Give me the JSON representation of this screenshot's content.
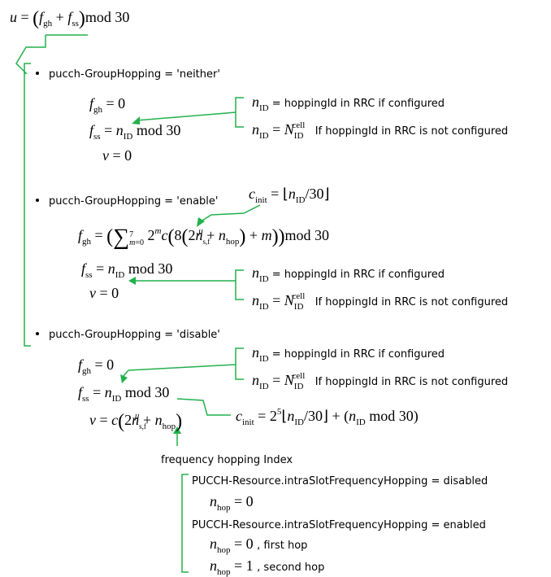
{
  "top_formula": {
    "u": "u",
    "f_gh": "f",
    "f_gh_sub": "gh",
    "f_ss": "f",
    "f_ss_sub": "ss",
    "mod": "mod 30"
  },
  "sections": [
    {
      "label": "pucch-GroupHopping = 'neither'"
    },
    {
      "label": "pucch-GroupHopping = 'enable'"
    },
    {
      "label": "pucch-GroupHopping = 'disable'"
    }
  ],
  "notes": {
    "configured": "= hoppingId in RRC if configured",
    "not_configured": "If hoppingId in RRC is not configured"
  },
  "freq_hop_label": "frequency hopping Index",
  "intraslot": {
    "disabled": "PUCCH-Resource.intraSlotFrequencyHopping = disabled",
    "enabled": "PUCCH-Resource.intraSlotFrequencyHopping = enabled",
    "first_hop": ", first hop",
    "second_hop": ", second hop",
    "zero": "0",
    "one": "1"
  },
  "colors": {
    "connector": "#22b14c",
    "text": "#000000"
  }
}
